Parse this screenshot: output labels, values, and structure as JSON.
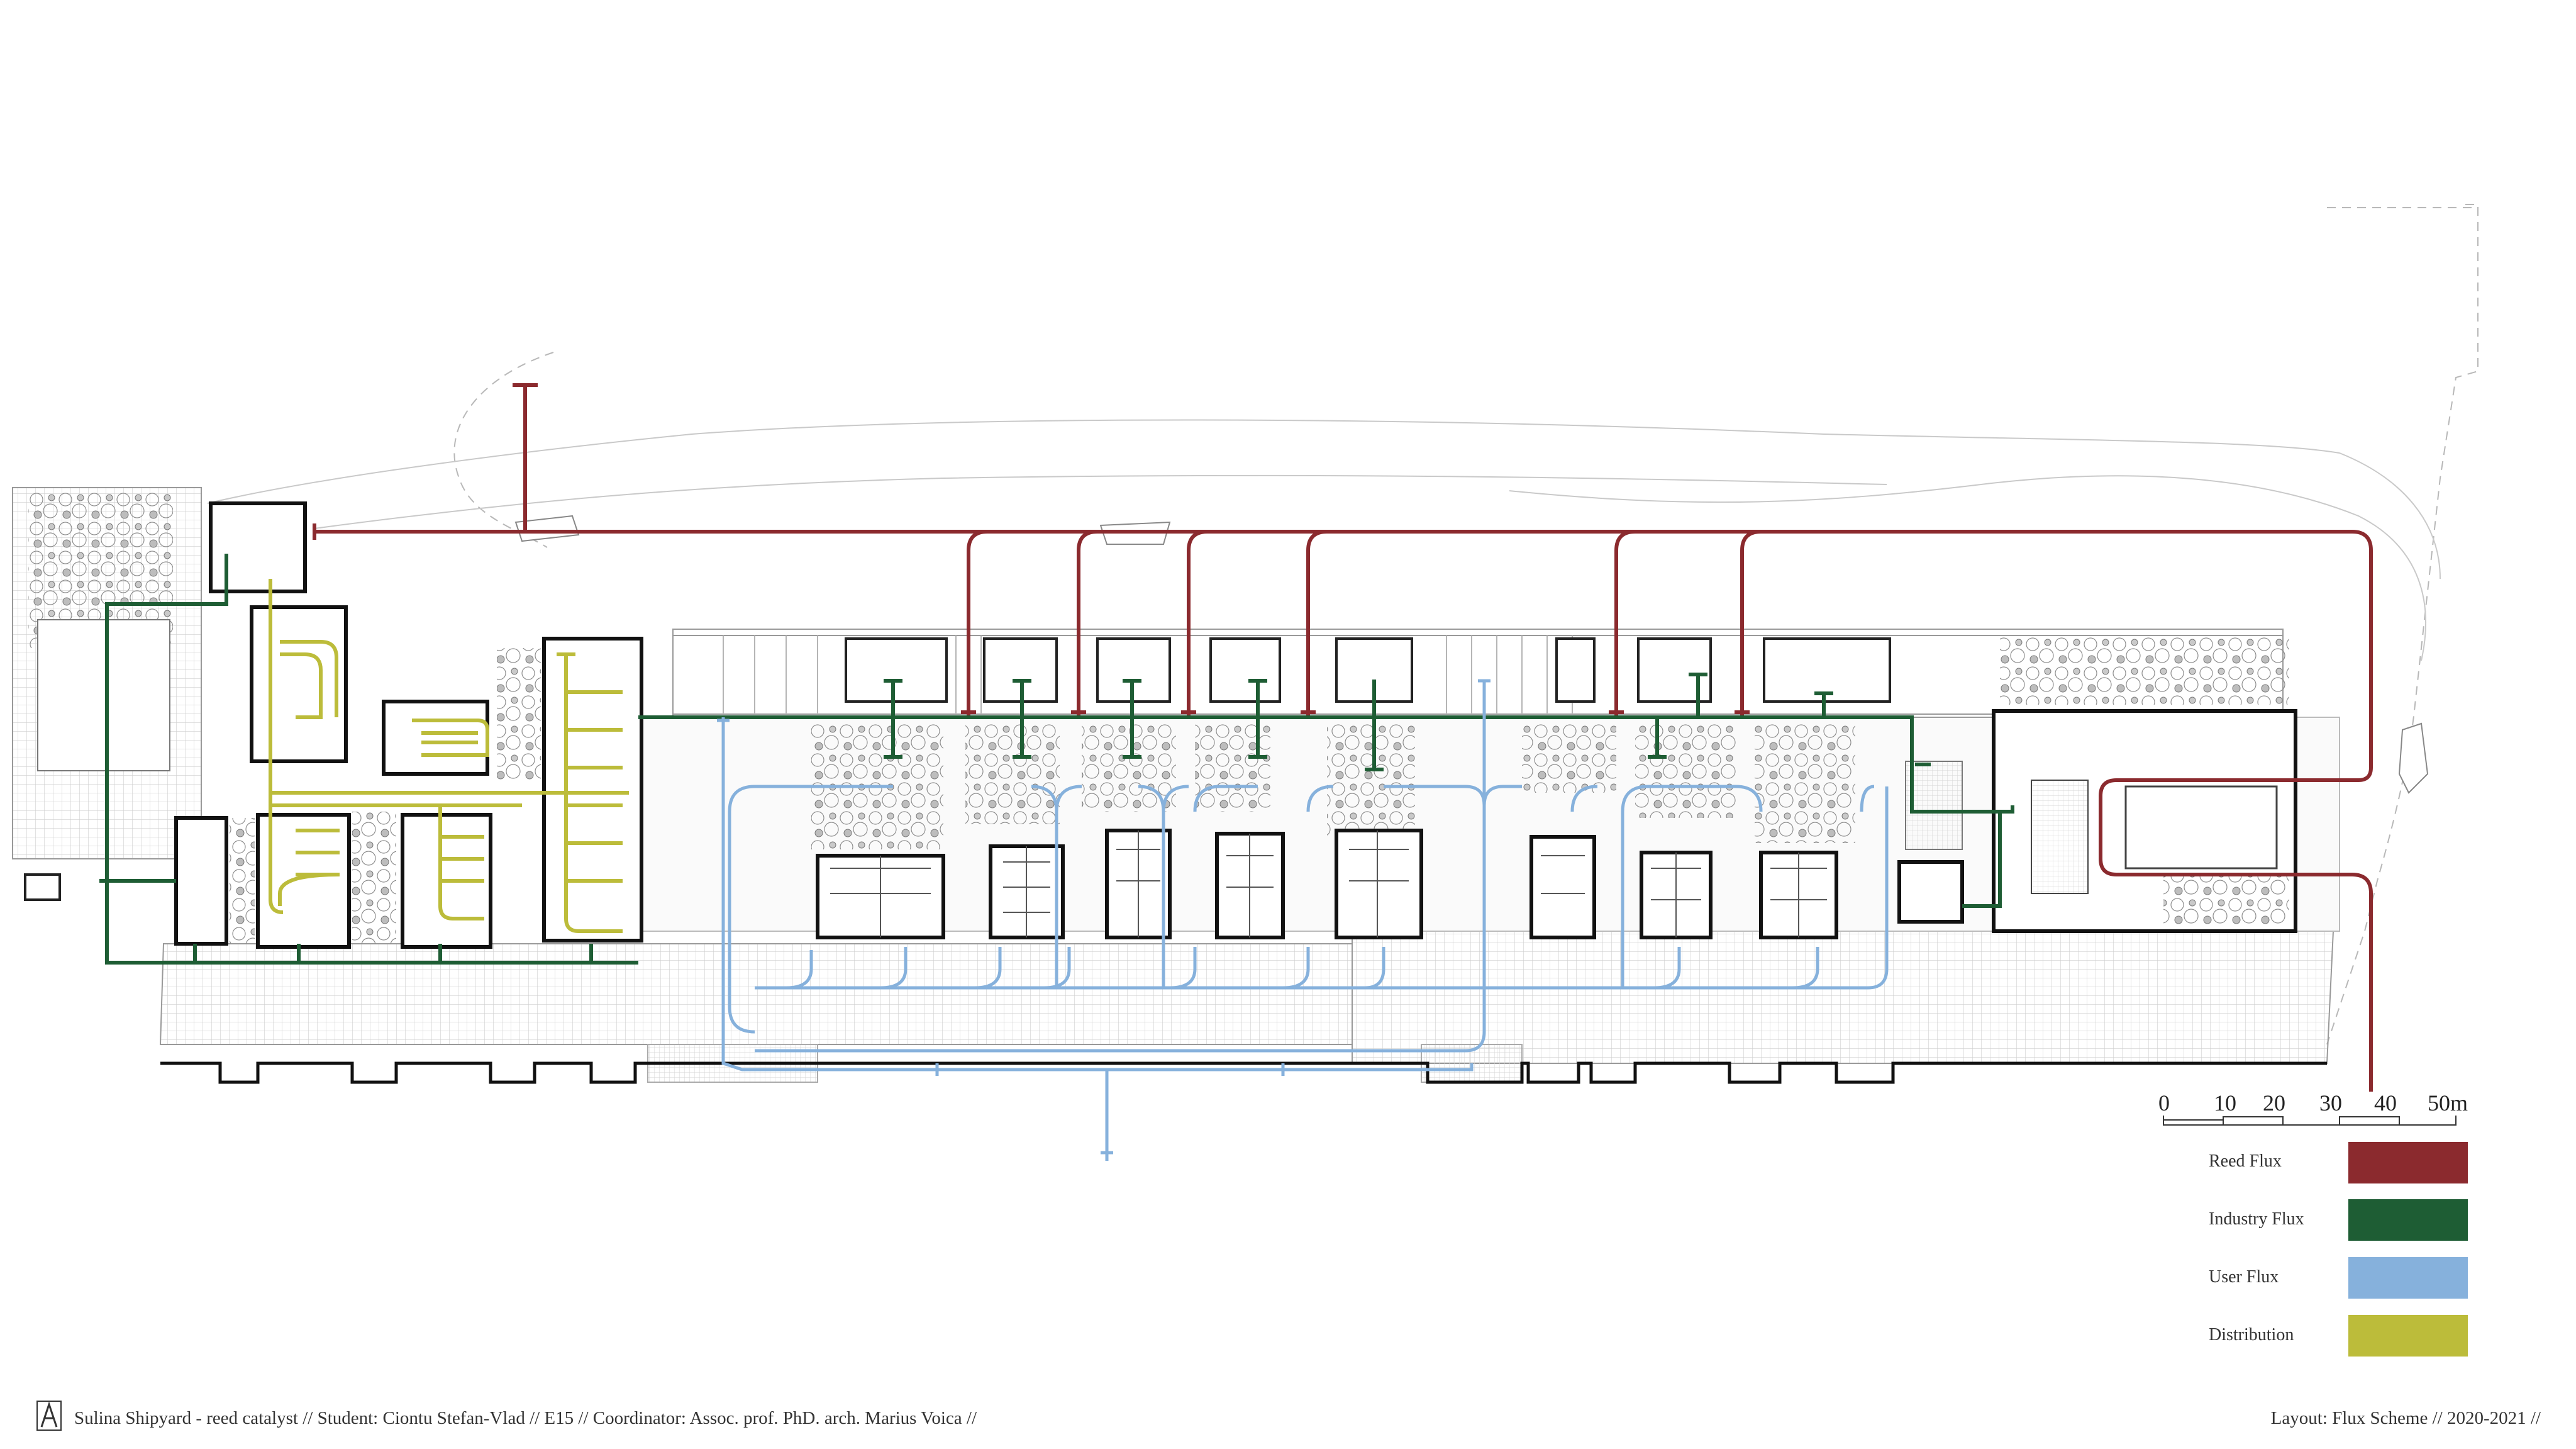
{
  "legend": {
    "items": [
      {
        "label": "Reed Flux",
        "color": "#8b2a2e"
      },
      {
        "label": "Industry Flux",
        "color": "#1e5d34"
      },
      {
        "label": "User Flux",
        "color": "#86b1dc"
      },
      {
        "label": "Distribution",
        "color": "#bcbc3a"
      }
    ]
  },
  "scale_bar": {
    "labels": [
      "0",
      "10",
      "20",
      "30",
      "40",
      "50m"
    ]
  },
  "footer": {
    "left_text": "Sulina Shipyard - reed catalyst  //  Student: Ciontu Stefan-Vlad  //  E15  // Coordinator: Assoc. prof. PhD. arch. Marius Voica  //",
    "right_text": "Layout: Flux Scheme  // 2020-2021 //",
    "logo_icon": "architecture-school-logo-icon"
  },
  "colors": {
    "reed": "#8b2a2e",
    "industry": "#1e5d34",
    "user": "#86b1dc",
    "distribution": "#bcbc3a",
    "linework": "#3a3a3a",
    "grid": "#bdbdbd"
  }
}
